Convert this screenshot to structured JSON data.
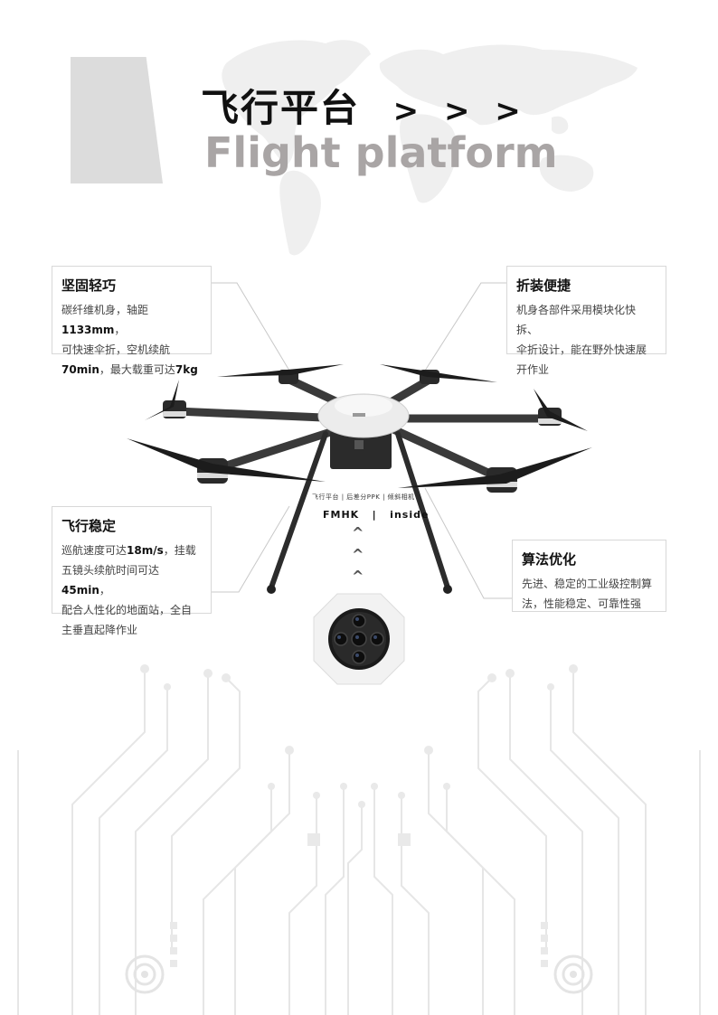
{
  "header": {
    "title_cn": "飞行平台",
    "title_arrows": "> > >",
    "title_en": "Flight platform"
  },
  "features": {
    "sturdy": {
      "heading": "坚固轻巧",
      "line1_pre": "碳纤维机身，轴距",
      "line1_bold": "1133mm",
      "line1_post": "，",
      "line2": "可快速伞折，空机续航",
      "line3_bold1": "70min",
      "line3_mid": "，最大载重可达",
      "line3_bold2": "7kg"
    },
    "fold": {
      "heading": "折装便捷",
      "line1": "机身各部件采用模块化快拆、",
      "line2": "伞折设计，能在野外快速展",
      "line3": "开作业"
    },
    "stable": {
      "heading": "飞行稳定",
      "line1_pre": "巡航速度可达",
      "line1_bold": "18m/s",
      "line1_post": "，挂载",
      "line2_pre": "五镜头续航时间可达",
      "line2_bold": "45min",
      "line2_post": "，",
      "line3": "配合人性化的地面站，全自",
      "line4": "主垂直起降作业"
    },
    "algo": {
      "heading": "算法优化",
      "line1": "先进、稳定的工业级控制算",
      "line2": "法，性能稳定、可靠性强"
    }
  },
  "drone": {
    "small_caption": "飞行平台 | 后差分PPK | 倾斜相机",
    "brand": "FMHK   |   inside",
    "chevron": "^"
  },
  "colors": {
    "title_dark": "#111111",
    "title_grey": "#a9a5a5",
    "map_grey": "#efefef",
    "circuit_grey": "#e6e6e6"
  }
}
